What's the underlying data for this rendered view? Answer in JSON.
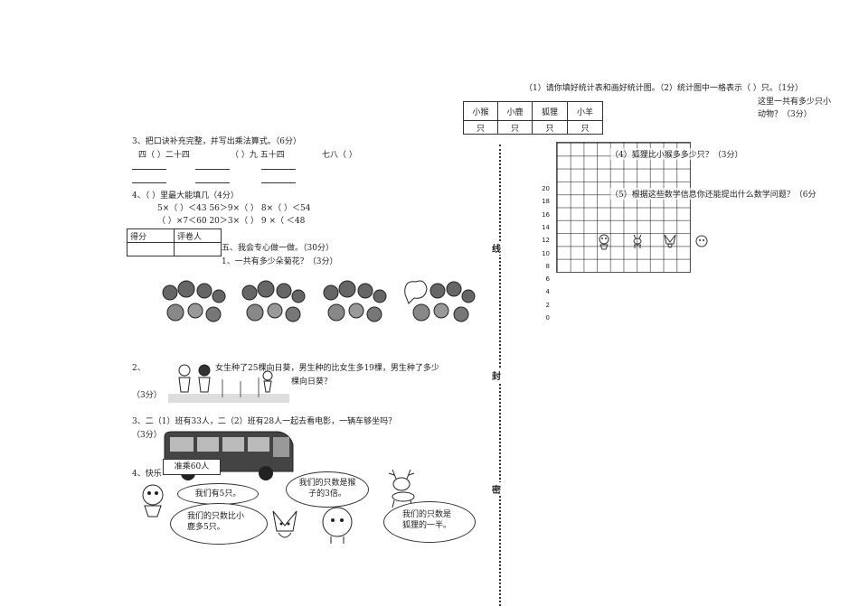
{
  "right": {
    "instr1": "（1）请你填好统计表和画好统计图。（2）统计图中一格表示（  ）只。（1分）",
    "q3a": "这里一共有多少只小",
    "q3b": "动物？（3分）",
    "q4": "（4）狐狸比小猴多多少只？（3分）",
    "q5": "（5）根据这些数学信息你还能提出什么数学问题？（6分",
    "table_headers": [
      "小猴",
      "小鹿",
      "狐狸",
      "小羊"
    ],
    "table_units": [
      "只",
      "只",
      "只",
      "只"
    ],
    "y_ticks": [
      "20",
      "18",
      "16",
      "14",
      "12",
      "10",
      "8",
      "6",
      "4",
      "2",
      "0"
    ]
  },
  "binding": [
    "线",
    "封",
    "密"
  ],
  "left": {
    "q3_title": "3、把口诀补充完整，并写出乘法算式。（6分）",
    "q3_items": [
      "四（  ）二十四",
      "（  ）九 五十四",
      "七八（     ）"
    ],
    "q4_title": "4、（ ）里最大能填几（4分）",
    "q4_row1": "5×（ ）＜43      56＞9×（  ）     8×（ ）＜54",
    "q4_row2": "（ ）×7＜60      20＞3×（ ）      9 ×（   ＜48",
    "score_headers": [
      "得分",
      "评卷人"
    ],
    "sec5_title": "五、我会专心做一做。（30分）",
    "p1": "1、一共有多少朵菊花？（3分）",
    "p2_num": "2、",
    "p2_text1": "女生种了25棵向日葵，男生种的比女生多19棵，男生种了多少",
    "p2_text2": "棵向日葵？",
    "p2_score": "（3分）",
    "p3_text": "3、二（1）班有33人，二（2）班有28人一起去看电影，一辆车够坐吗？",
    "p3_score": "（3分）",
    "bus_label": "准乘60人",
    "p4_text": "4、快乐",
    "bubbles": [
      "我们有5只。",
      "我们的只数是猴子的3倍。",
      "我们的只数比小鹿多5只。",
      "我们的只数是狐狸的一半。"
    ]
  }
}
